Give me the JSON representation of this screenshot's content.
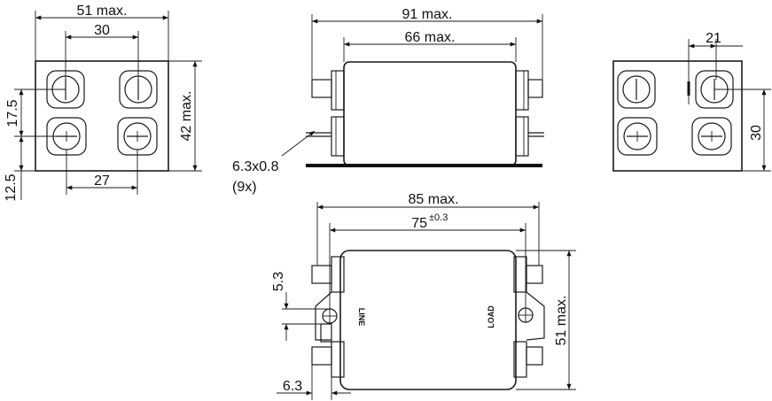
{
  "front_view": {
    "width": "51 max.",
    "hole_spacing_top": "30",
    "hole_spacing_bottom": "27",
    "height": "42 max.",
    "left_upper": "17.5",
    "left_lower": "12.5"
  },
  "side_view": {
    "length_total": "91 max.",
    "length_body": "66 max.",
    "terminal": "6.3x0.8",
    "terminal_count": "(9x)"
  },
  "right_view": {
    "offset": "21",
    "height": "30"
  },
  "top_view": {
    "length_total": "85 max.",
    "mount_spacing": "75",
    "mount_tolerance": "±0.3",
    "width": "51 max.",
    "hole_offset": "5.3",
    "tab_width": "6.3",
    "label_line": "LINE",
    "label_load": "LOAD"
  }
}
